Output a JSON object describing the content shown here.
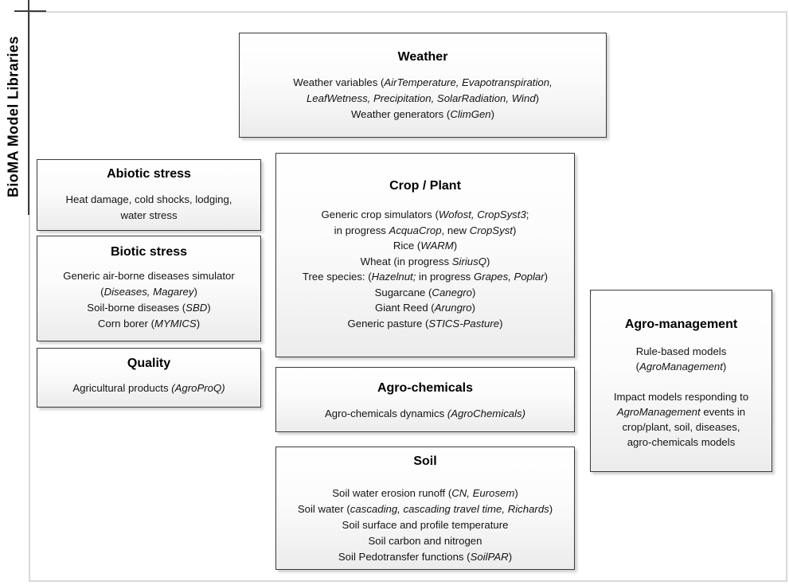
{
  "page": {
    "side_label": "BioMA Model Libraries"
  },
  "colors": {
    "box_border": "#3a3a3a",
    "box_fill_top": "#ffffff",
    "box_fill_bottom": "#ececec",
    "frame_border": "#d9d9d9",
    "tick_line": "#3c3c3c"
  },
  "boxes": [
    {
      "id": "weather",
      "title": "Weather",
      "lines": [
        [
          {
            "t": "Weather variables ("
          },
          {
            "t": "AirTemperature, Evapotranspiration,",
            "i": true
          }
        ],
        [
          {
            "t": "LeafWetness, Precipitation, SolarRadiation, Wind",
            "i": true
          },
          {
            "t": ")"
          }
        ],
        [
          {
            "t": "Weather generators ("
          },
          {
            "t": "ClimGen",
            "i": true
          },
          {
            "t": ")"
          }
        ]
      ]
    },
    {
      "id": "abiotic",
      "title": "Abiotic stress",
      "lines": [
        [
          {
            "t": "Heat damage, cold shocks,  lodging,"
          }
        ],
        [
          {
            "t": "water stress"
          }
        ]
      ]
    },
    {
      "id": "biotic",
      "title": "Biotic stress",
      "lines": [
        [
          {
            "t": "Generic air-borne diseases simulator"
          }
        ],
        [
          {
            "t": "("
          },
          {
            "t": "Diseases, Magarey",
            "i": true
          },
          {
            "t": ")"
          }
        ],
        [
          {
            "t": "Soil-borne diseases ("
          },
          {
            "t": "SBD",
            "i": true
          },
          {
            "t": ")"
          }
        ],
        [
          {
            "t": "Corn borer ("
          },
          {
            "t": "MYMICS",
            "i": true
          },
          {
            "t": ")"
          }
        ]
      ]
    },
    {
      "id": "quality",
      "title": "Quality",
      "lines": [
        [
          {
            "t": "Agricultural products  "
          },
          {
            "t": "(AgroProQ)",
            "i": true
          }
        ]
      ]
    },
    {
      "id": "crop",
      "title": "Crop / Plant",
      "lines": [
        [
          {
            "t": "Generic crop simulators ("
          },
          {
            "t": "Wofost, CropSyst3",
            "i": true
          },
          {
            "t": ";"
          }
        ],
        [
          {
            "t": "in progress "
          },
          {
            "t": "AcquaCrop",
            "i": true
          },
          {
            "t": ", new "
          },
          {
            "t": "CropSyst",
            "i": true
          },
          {
            "t": ")"
          }
        ],
        [
          {
            "t": "Rice ("
          },
          {
            "t": "WARM",
            "i": true
          },
          {
            "t": ")"
          }
        ],
        [
          {
            "t": "Wheat (in progress "
          },
          {
            "t": "SiriusQ",
            "i": true
          },
          {
            "t": ")"
          }
        ],
        [
          {
            "t": "Tree species: ("
          },
          {
            "t": "Hazelnut;",
            "i": true
          },
          {
            "t": " in progress "
          },
          {
            "t": "Grapes, Poplar",
            "i": true
          },
          {
            "t": ")"
          }
        ],
        [
          {
            "t": "Sugarcane ("
          },
          {
            "t": "Canegro",
            "i": true
          },
          {
            "t": ")"
          }
        ],
        [
          {
            "t": "Giant Reed ("
          },
          {
            "t": "Arungro",
            "i": true
          },
          {
            "t": ")"
          }
        ],
        [
          {
            "t": "Generic pasture ("
          },
          {
            "t": "STICS-Pasture",
            "i": true
          },
          {
            "t": ")"
          }
        ]
      ]
    },
    {
      "id": "agrochem",
      "title": "Agro-chemicals",
      "lines": [
        [
          {
            "t": "Agro-chemicals dynamics "
          },
          {
            "t": "(AgroChemicals)",
            "i": true
          }
        ]
      ]
    },
    {
      "id": "soil",
      "title": "Soil",
      "lines": [
        [
          {
            "t": "Soil water erosion runoff ("
          },
          {
            "t": "CN, Eurosem",
            "i": true
          },
          {
            "t": ")"
          }
        ],
        [
          {
            "t": "Soil water ("
          },
          {
            "t": "cascading, cascading travel time, Richards",
            "i": true
          },
          {
            "t": ")"
          }
        ],
        [
          {
            "t": "Soil surface and profile temperature"
          }
        ],
        [
          {
            "t": "Soil carbon and nitrogen"
          }
        ],
        [
          {
            "t": "Soil Pedotransfer functions ("
          },
          {
            "t": "SoilPAR",
            "i": true
          },
          {
            "t": ")"
          }
        ]
      ]
    },
    {
      "id": "agromgmt",
      "title": "Agro-management",
      "lines": [
        [
          {
            "t": "Rule-based models"
          }
        ],
        [
          {
            "t": "("
          },
          {
            "t": "AgroManagement",
            "i": true
          },
          {
            "t": ")"
          }
        ],
        [],
        [
          {
            "t": "Impact models responding to"
          }
        ],
        [
          {
            "t": "AgroManagement",
            "i": true
          },
          {
            "t": " events in"
          }
        ],
        [
          {
            "t": "crop/plant, soil, diseases,"
          }
        ],
        [
          {
            "t": "agro-chemicals models"
          }
        ]
      ]
    }
  ]
}
